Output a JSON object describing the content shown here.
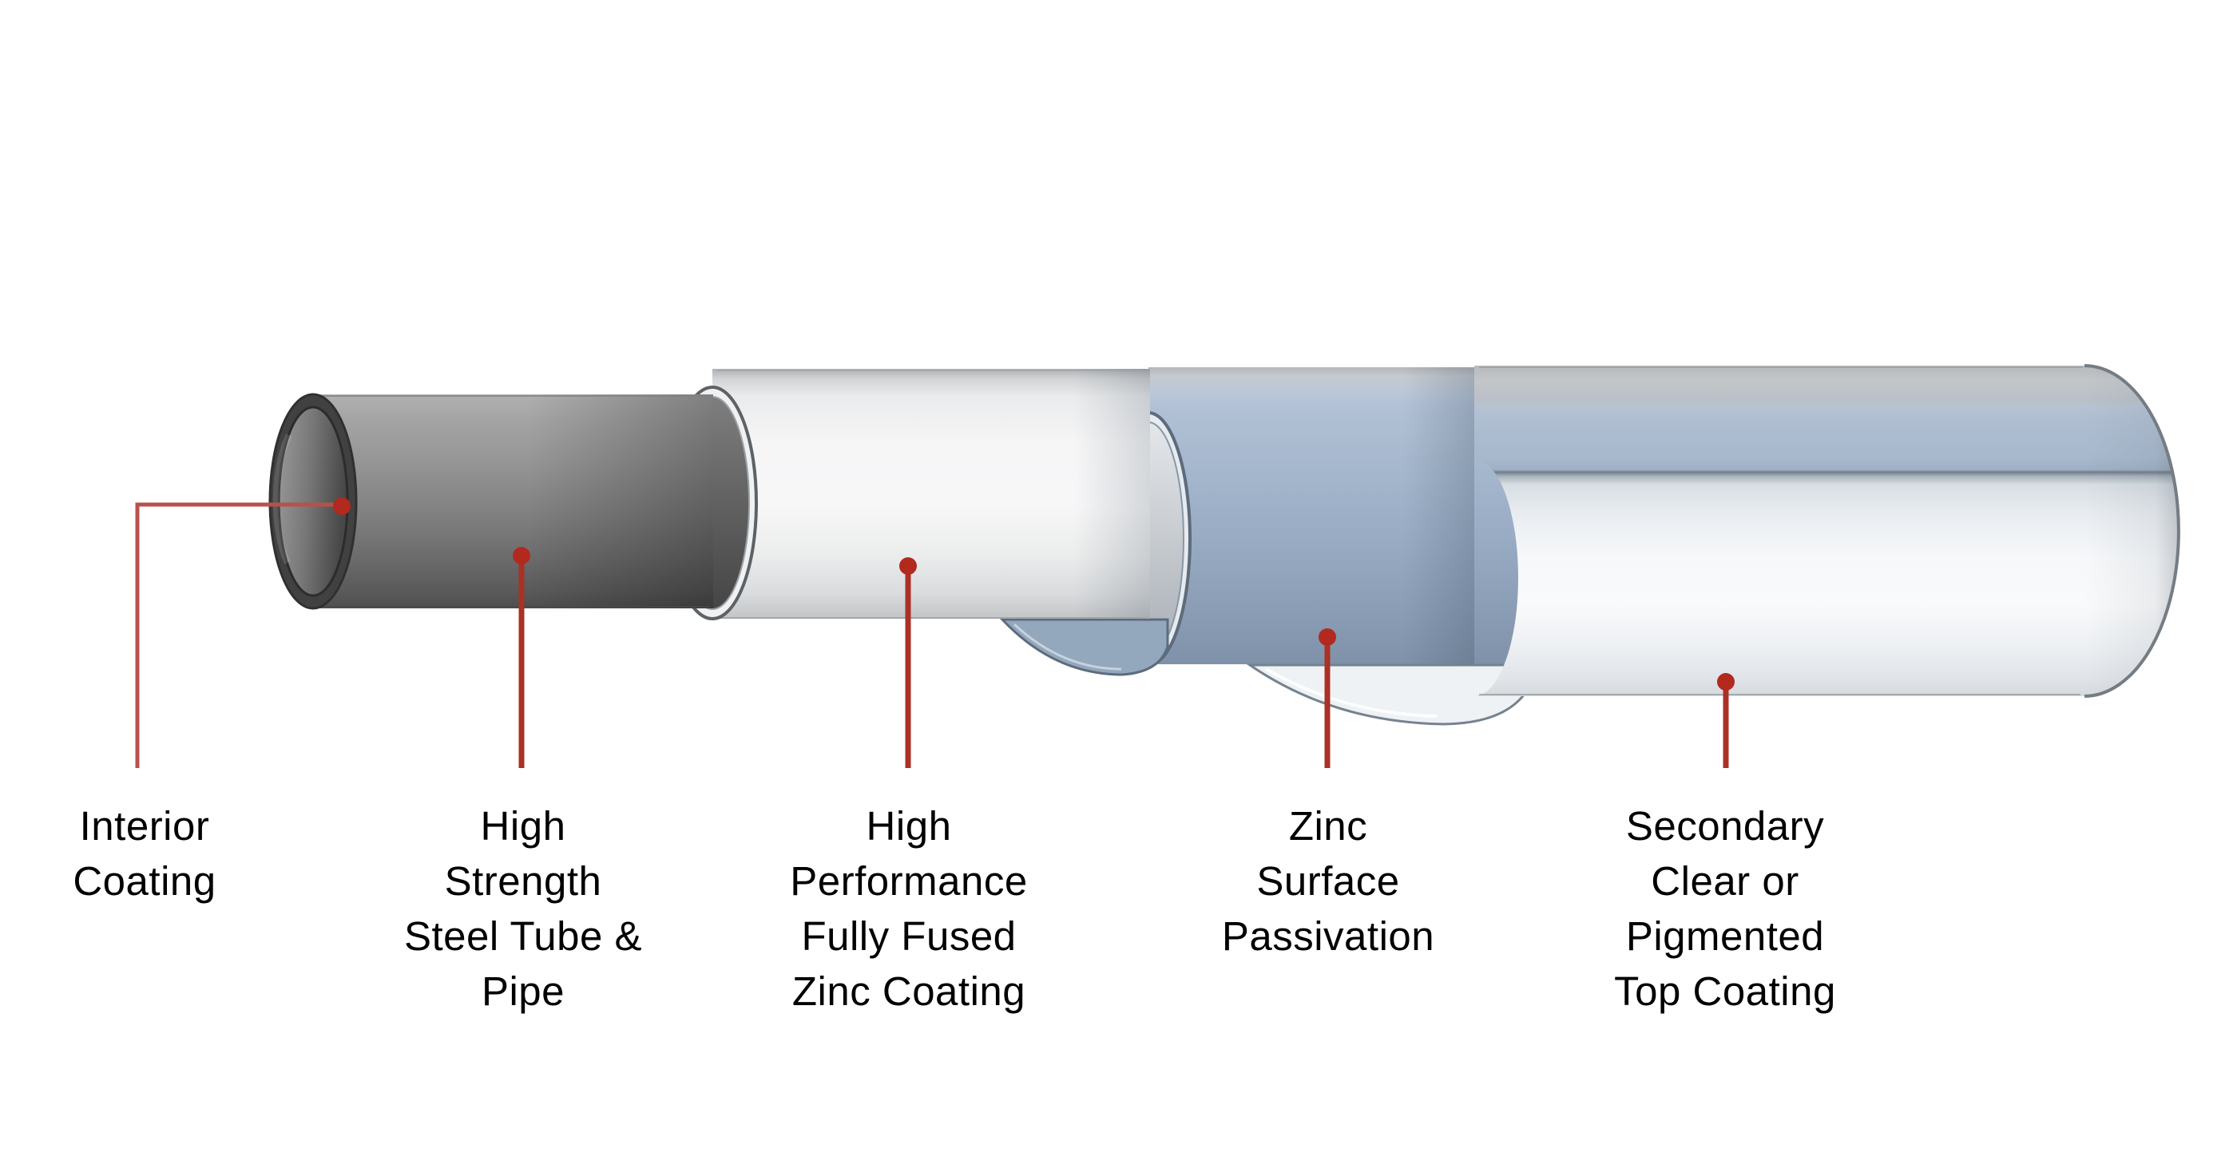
{
  "diagram": {
    "background_color": "#ffffff",
    "label_text_color": "#000000",
    "colors": {
      "leader_red": "#b2291e",
      "leader_line_red": "#a93126",
      "steel_gray": "#8f8f8f",
      "steel_end_dark": "#414141",
      "interior_coating_gray": "#6e6e6e",
      "zinc_coating_white": "#f6f6f7",
      "passivation_blue": "#a5b7cd",
      "top_coating_light": "#eef2f6"
    },
    "labels": [
      {
        "id": "interior-coating",
        "text": "Interior\nCoating"
      },
      {
        "id": "steel-tube",
        "text": "High\nStrength\nSteel Tube &\nPipe"
      },
      {
        "id": "zinc-coating",
        "text": "High\nPerformance\nFully Fused\nZinc Coating"
      },
      {
        "id": "zinc-passivation",
        "text": "Zinc\nSurface\nPassivation"
      },
      {
        "id": "top-coating",
        "text": "Secondary\nClear or\nPigmented\nTop Coating"
      }
    ]
  }
}
